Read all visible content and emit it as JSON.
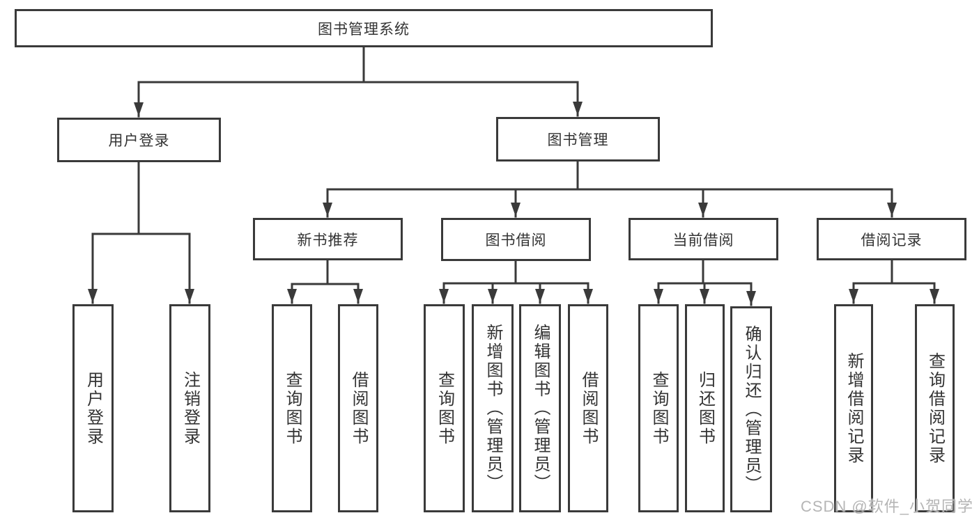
{
  "diagram": {
    "root": {
      "label": "图书管理系统"
    },
    "user_login": {
      "label": "用户登录",
      "children": {
        "login": "用户登录",
        "logout": "注销登录"
      }
    },
    "book_mgmt": {
      "label": "图书管理",
      "children": {
        "new_book_rec": {
          "label": "新书推荐",
          "children": {
            "query": "查询图书",
            "borrow": "借阅图书"
          }
        },
        "book_borrow": {
          "label": "图书借阅",
          "children": {
            "query": "查询图书",
            "add": "新增图书（管理员）",
            "edit": "编辑图书（管理员）",
            "borrow": "借阅图书"
          }
        },
        "current_borrow": {
          "label": "当前借阅",
          "children": {
            "query": "查询图书",
            "return": "归还图书",
            "confirm": "确认归还（管理员）"
          }
        },
        "borrow_records": {
          "label": "借阅记录",
          "children": {
            "add": "新增借阅记录",
            "query": "查询借阅记录"
          }
        }
      }
    }
  },
  "watermark": "CSDN @软件_小贺同学",
  "colors": {
    "line": "#3a3a3a",
    "box_border": "#3a3a3a",
    "text": "#333333",
    "watermark": "#b5b5b5",
    "background": "#ffffff"
  }
}
